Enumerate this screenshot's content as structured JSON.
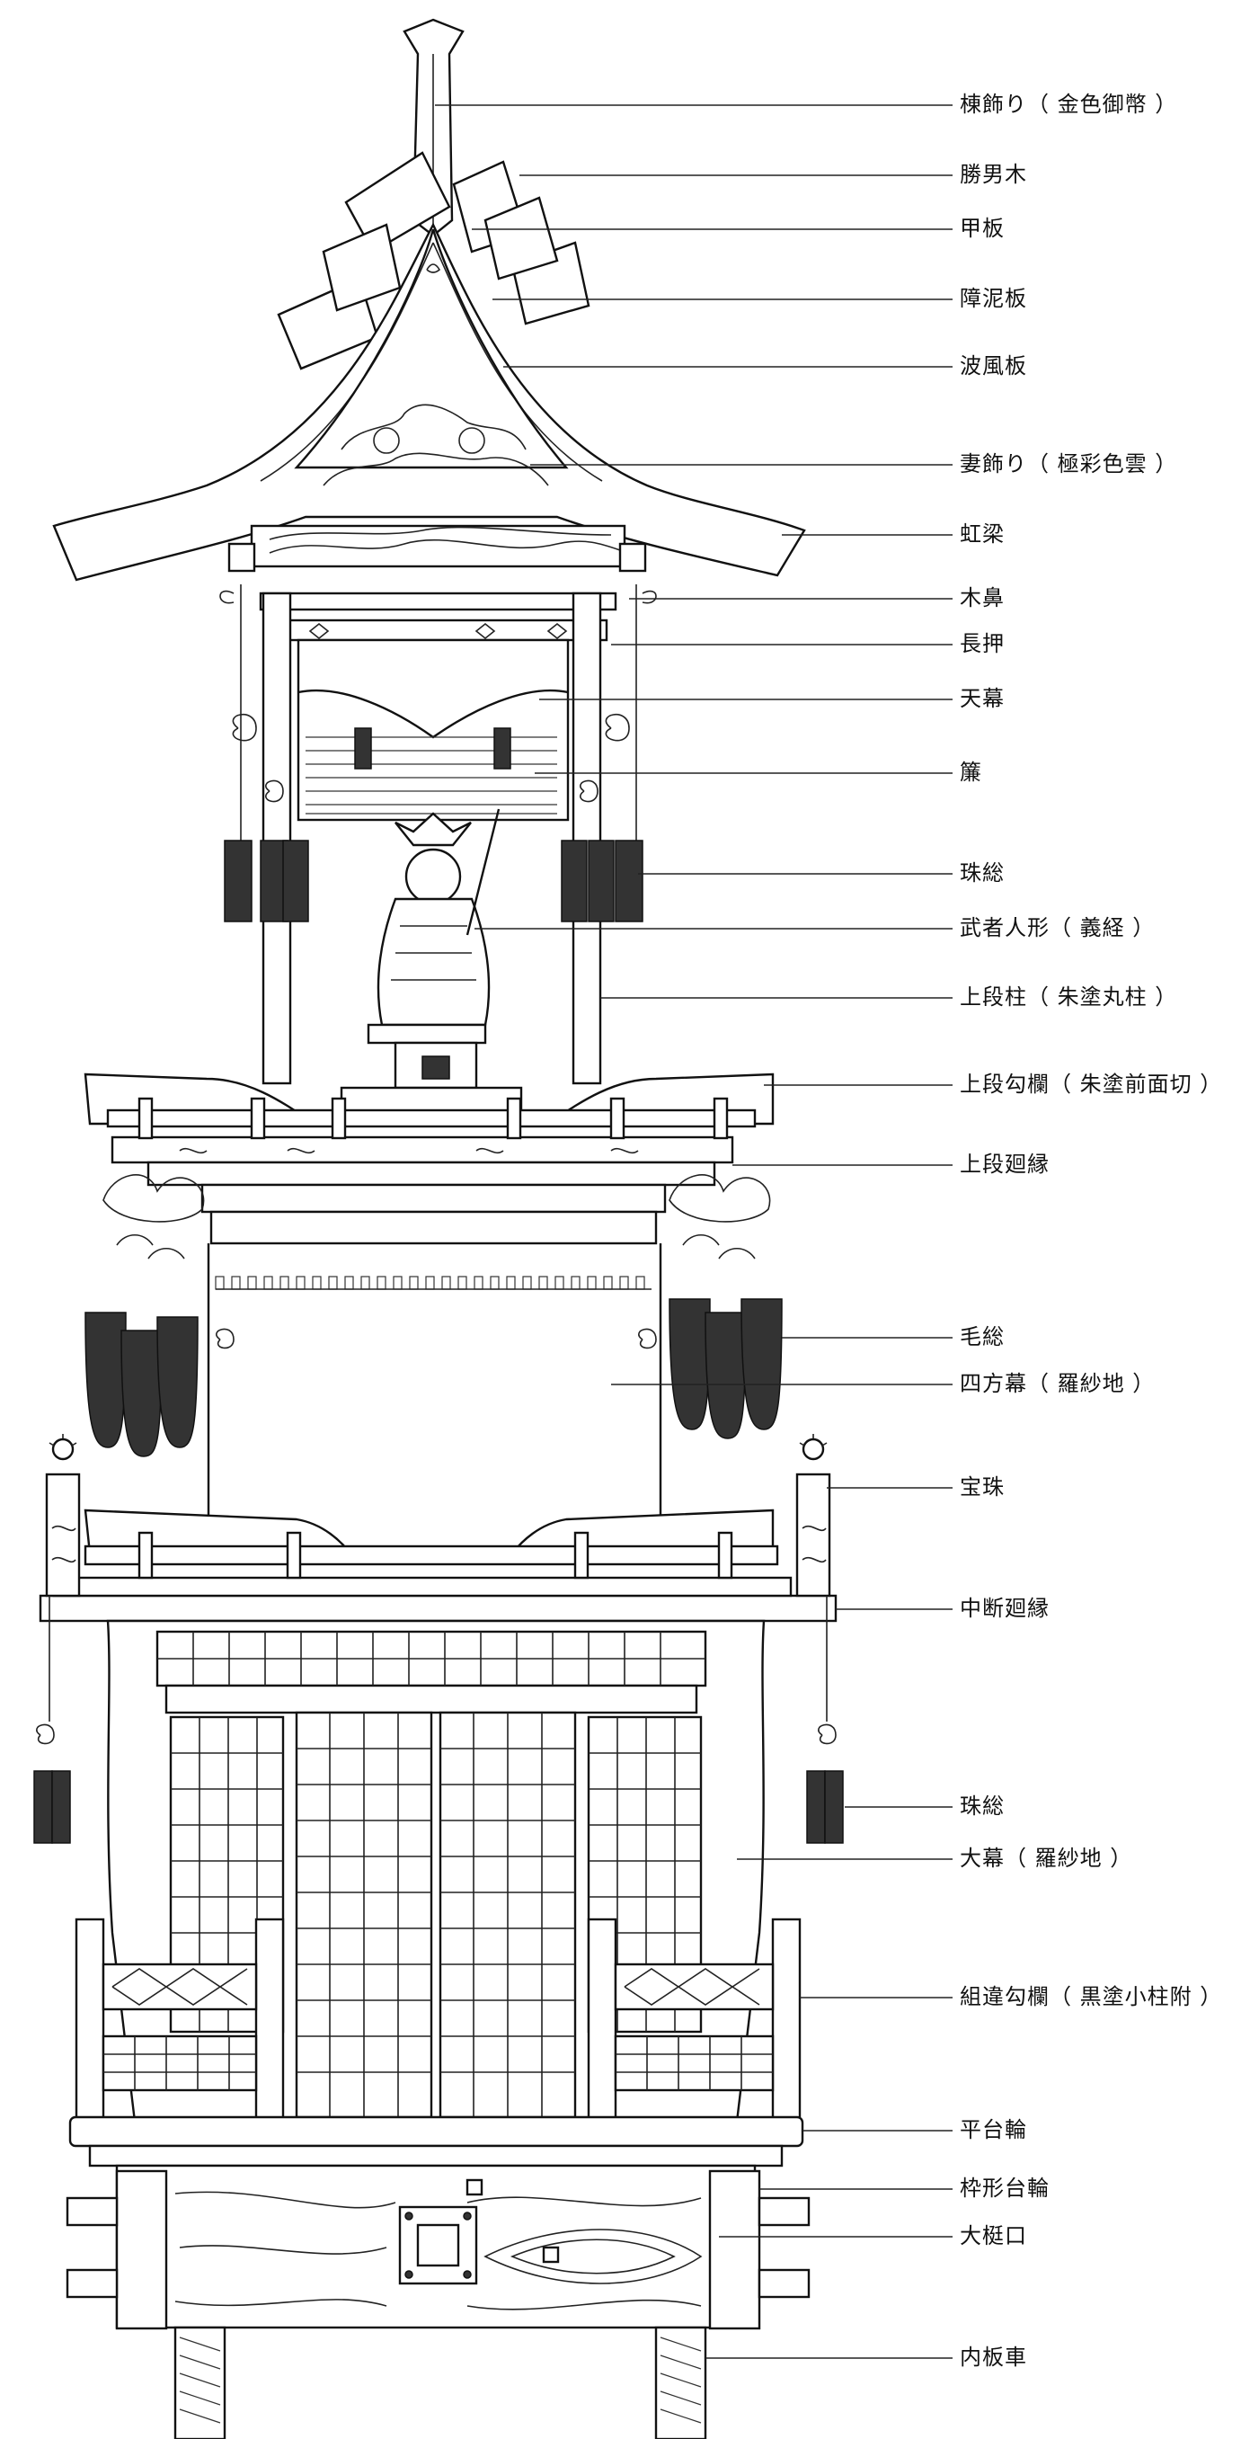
{
  "callouts": [
    {
      "key": "ridge_ornament",
      "text": "棟飾り（ 金色御幣 ）"
    },
    {
      "key": "katsuogi",
      "text": "勝男木"
    },
    {
      "key": "koita",
      "text": "甲板"
    },
    {
      "key": "shodeita",
      "text": "障泥板"
    },
    {
      "key": "hafuita",
      "text": "波風板"
    },
    {
      "key": "tsuma_kazari",
      "text": "妻飾り（ 極彩色雲 ）"
    },
    {
      "key": "koryo",
      "text": "虹梁"
    },
    {
      "key": "kibana",
      "text": "木鼻"
    },
    {
      "key": "nageshi",
      "text": "長押"
    },
    {
      "key": "tenmaku",
      "text": "天幕"
    },
    {
      "key": "sudare",
      "text": "簾"
    },
    {
      "key": "tama_fusa_upper",
      "text": "珠総"
    },
    {
      "key": "musha_ningyo",
      "text": "武者人形（ 義経 ）"
    },
    {
      "key": "jodan_bashira",
      "text": "上段柱（ 朱塗丸柱 ）"
    },
    {
      "key": "jodan_koran",
      "text": "上段勾欄（ 朱塗前面切 ）"
    },
    {
      "key": "jodan_mawaribuchi",
      "text": "上段廻縁"
    },
    {
      "key": "kefusa",
      "text": "毛総"
    },
    {
      "key": "shihomaku",
      "text": "四方幕（ 羅紗地 ）"
    },
    {
      "key": "hoju",
      "text": "宝珠"
    },
    {
      "key": "chudan_mawaribuchi",
      "text": "中断廻縁"
    },
    {
      "key": "tama_fusa_lower",
      "text": "珠総"
    },
    {
      "key": "omaku",
      "text": "大幕（ 羅紗地 ）"
    },
    {
      "key": "kumichigai_koran",
      "text": "組違勾欄（ 黒塗小柱附 ）"
    },
    {
      "key": "hiradaiwa",
      "text": "平台輪"
    },
    {
      "key": "wakugata_daiwa",
      "text": "枠形台輪"
    },
    {
      "key": "ohozoguchi",
      "text": "大梃口"
    },
    {
      "key": "uchiita_guruma",
      "text": "内板車"
    }
  ]
}
